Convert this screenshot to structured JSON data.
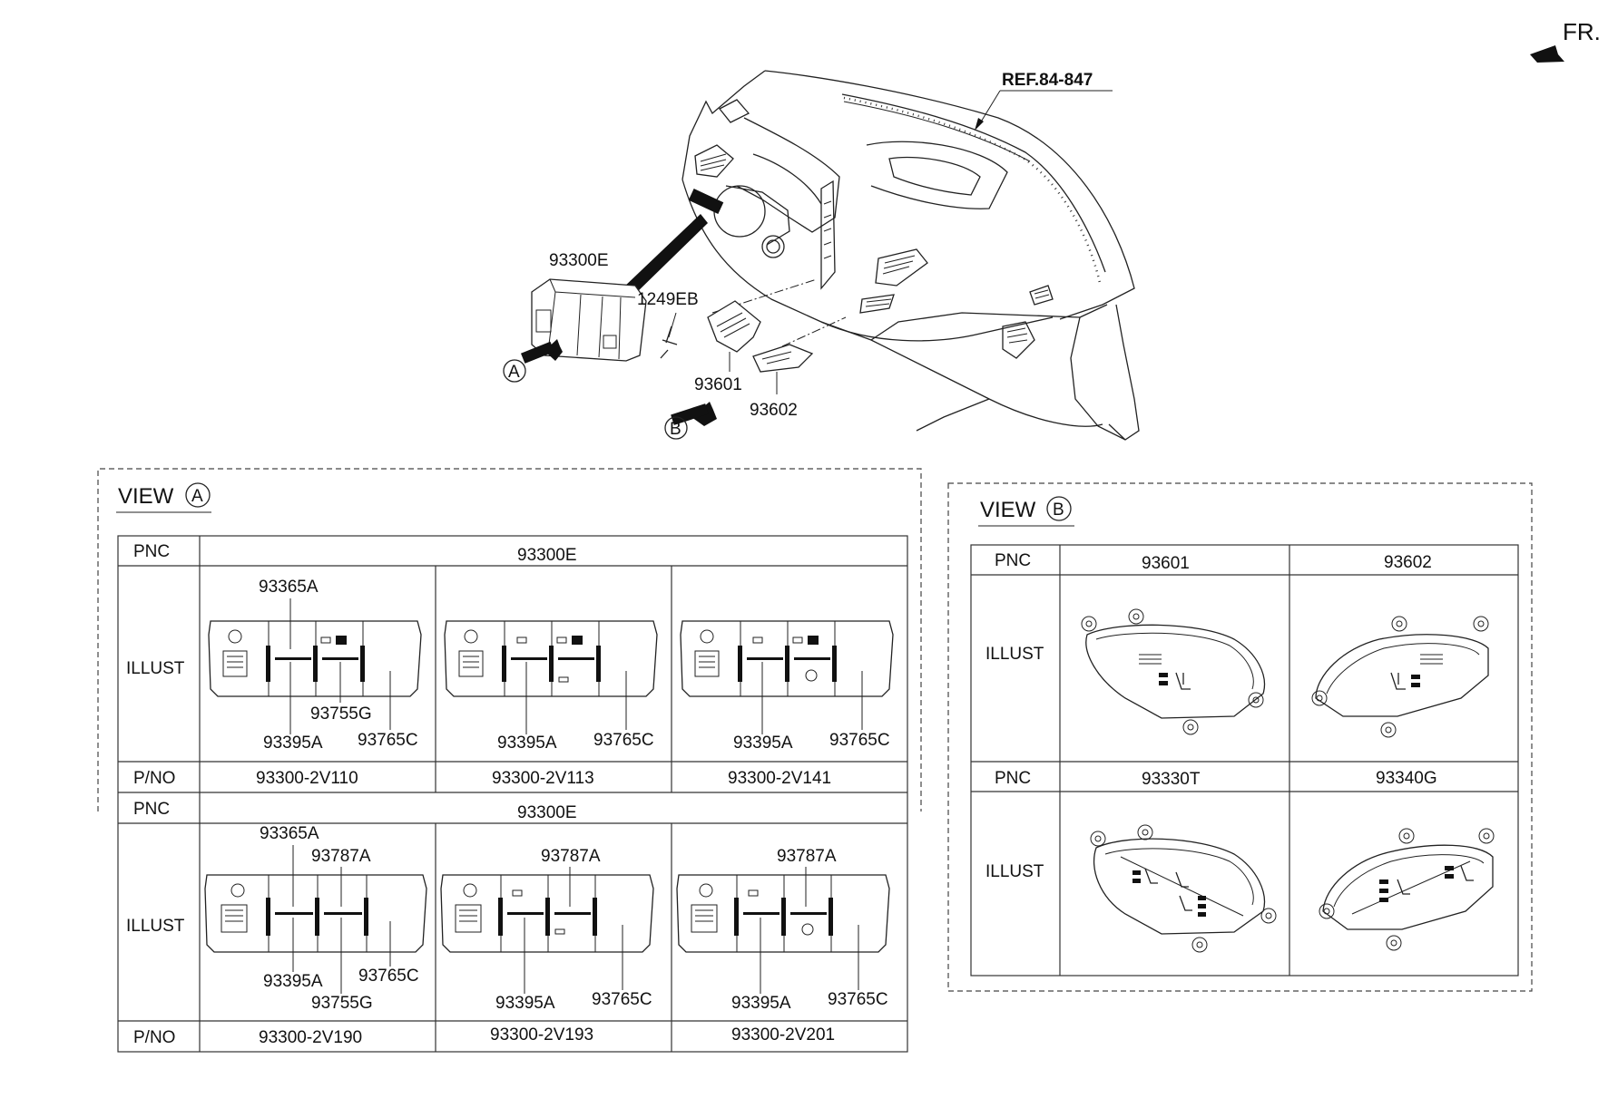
{
  "direction": {
    "label": "FR."
  },
  "reference": {
    "label": "REF.84-847"
  },
  "callouts": {
    "main_unit": "93300E",
    "screw": "1249EB",
    "switch_left": "93601",
    "switch_right": "93602",
    "view_a_marker": "A",
    "view_b_marker": "B"
  },
  "view_a": {
    "title": "VIEW",
    "marker": "A",
    "row_labels": {
      "pnc": "PNC",
      "illust": "ILLUST",
      "pno": "P/NO"
    },
    "groups": [
      {
        "pnc": "93300E",
        "cells": [
          {
            "part_numbers": [
              "93365A",
              "93755G",
              "93395A",
              "93765C"
            ],
            "pno": "93300-2V110"
          },
          {
            "part_numbers": [
              "93395A",
              "93765C"
            ],
            "pno": "93300-2V113"
          },
          {
            "part_numbers": [
              "93395A",
              "93765C"
            ],
            "pno": "93300-2V141"
          }
        ]
      },
      {
        "pnc": "93300E",
        "cells": [
          {
            "part_numbers": [
              "93365A",
              "93787A",
              "93395A",
              "93765C",
              "93755G"
            ],
            "pno": "93300-2V190"
          },
          {
            "part_numbers": [
              "93787A",
              "93395A",
              "93765C"
            ],
            "pno": "93300-2V193"
          },
          {
            "part_numbers": [
              "93787A",
              "93395A",
              "93765C"
            ],
            "pno": "93300-2V201"
          }
        ]
      }
    ]
  },
  "view_b": {
    "title": "VIEW",
    "marker": "B",
    "row_labels": {
      "pnc": "PNC",
      "illust": "ILLUST"
    },
    "rows": [
      {
        "pnc": [
          "93601",
          "93602"
        ]
      },
      {
        "pnc": [
          "93330T",
          "93340G"
        ]
      }
    ]
  },
  "icons": [
    "seat-heater-icon",
    "vent-icon",
    "off-icon"
  ]
}
